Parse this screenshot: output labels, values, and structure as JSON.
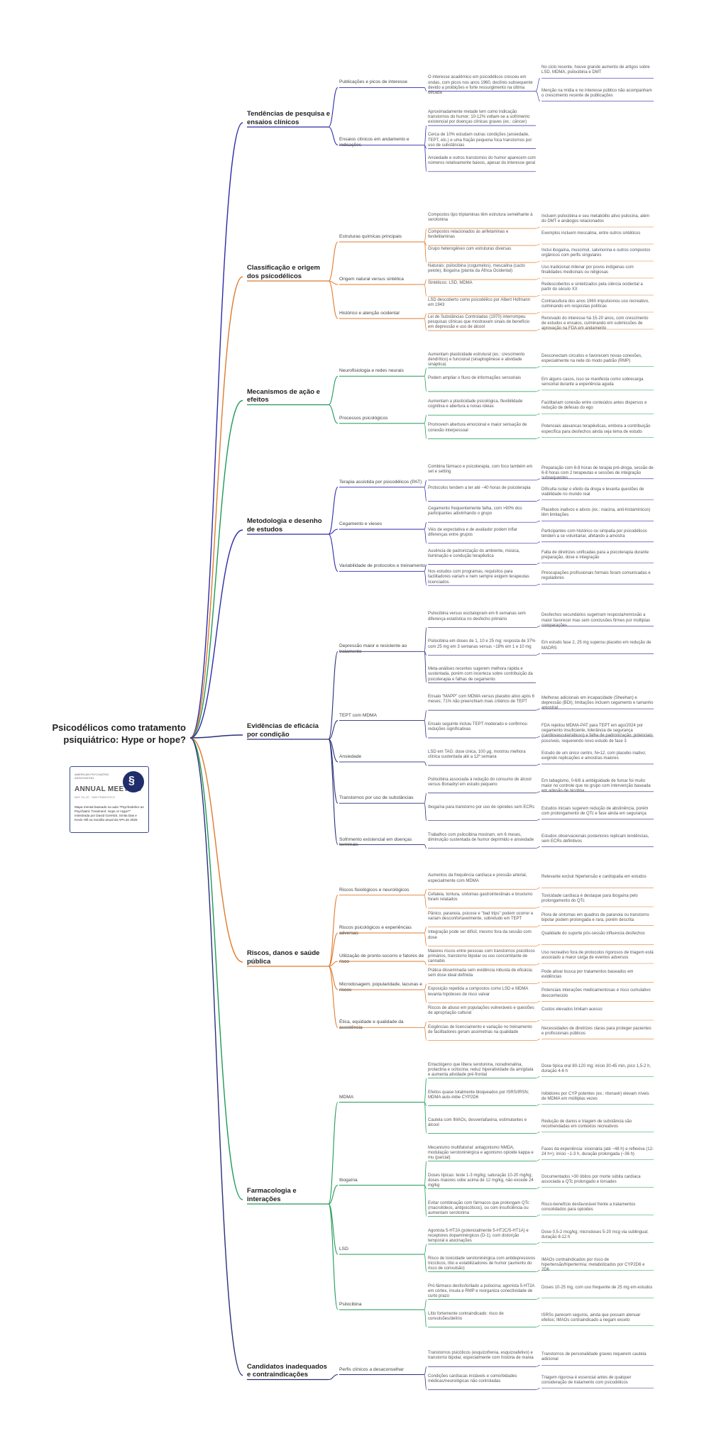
{
  "title": "Psicodélicos como tratamento psiquiátrico: Hype or hope?",
  "logo": {
    "org": "AMERICAN PSYCHIATRIC ASSOCIATION",
    "event": "ANNUAL MEETING",
    "location": "MAY 16–20 · SAN FRANCISCO",
    "icon": "caduceus-icon"
  },
  "caption": "Mapa mental baseado na aula \"Psychedelics as Psychiatric Treatment: Hope or Hype?\" ministrada por David Gorelick, Smita Das e Kevin Hill na reunião anual da APA de 2026",
  "colors": {
    "purple": "#2e2aa8",
    "orange": "#e07b2e",
    "green": "#1f9a55",
    "navy": "#2a2f7a"
  },
  "categories": [
    {
      "label": "Tendências de pesquisa e ensaios clínicos",
      "color": "purple",
      "subs": [
        {
          "label": "Publicações e picos de interesse",
          "items": [
            {
              "text": "O interesse acadêmico em psicodélicos cresceu em ondas, com picos nos anos 1960, declínio subsequente devido a proibições e forte ressurgimento na última década",
              "leaves": [
                "No ciclo recente, houve grande aumento de artigos sobre LSD, MDMA, psilocibina e DMT",
                "Menção na mídia e no interesse público não acompanham o crescimento recente de publicações"
              ]
            }
          ]
        },
        {
          "label": "Ensaios clínicos em andamento e indicações",
          "items": [
            {
              "text": "Aproximadamente metade tem como indicação transtornos do humor; 10-12% voltam-se a sofrimento existencial por doenças clínicas graves (ex.: câncer)",
              "leaves": []
            },
            {
              "text": "Cerca de 10% estudam outras condições (ansiedade, TEPT, etc.) e uma fração pequena foca transtornos por uso de substâncias",
              "leaves": []
            },
            {
              "text": "Ansiedade e outros transtornos do humor aparecem com números relativamente baixos, apesar do interesse geral",
              "leaves": []
            }
          ]
        }
      ]
    },
    {
      "label": "Classificação e origem dos psicodélicos",
      "color": "orange",
      "subs": [
        {
          "label": "Estruturas químicas principais",
          "items": [
            {
              "text": "Compostos tipo triptaminas têm estrutura semelhante à serotonina",
              "leaves": [
                "Incluem psilocibina e seu metabólito ativo psilocina, além do DMT e análogos relacionados"
              ]
            },
            {
              "text": "Compostos relacionados às anfetaminas e feniletilaminas",
              "leaves": [
                "Exemplos incluem mescalina, entre outros sintéticos"
              ]
            },
            {
              "text": "Grupo heterogêneo com estruturas diversas",
              "leaves": [
                "Inclui ibogaína, muscimol, salvinorina e outros compostos orgânicos com perfis singulares"
              ]
            }
          ]
        },
        {
          "label": "Origem natural versus sintética",
          "items": [
            {
              "text": "Naturais: psilocibina (cogumelos), mescalina (cacto peiote), ibogaína (planta da África Ocidental)",
              "leaves": [
                "Uso tradicional milenar por povos indígenas com finalidades medicinais ou religiosas"
              ]
            },
            {
              "text": "Sintéticos: LSD, MDMA",
              "leaves": [
                "Redescobertos e sintetizados pela ciência ocidental a partir do século XX"
              ]
            }
          ]
        },
        {
          "label": "Histórico e atenção ocidental",
          "items": [
            {
              "text": "LSD descoberto como psicodélico por Albert Hofmann em 1943",
              "leaves": [
                "Contracultura dos anos 1960 impulsionou uso recreativo, culminando em respostas políticas"
              ]
            },
            {
              "text": "Lei de Substâncias Controladas (1970) interrompeu pesquisas clínicas que mostravam sinais de benefício em depressão e uso de álcool",
              "leaves": [
                "Renovado do interesse há 15-20 anos, com crescimento de estudos e ensaios, culminando em submissões de aprovação na FDA em andamento"
              ]
            }
          ]
        }
      ]
    },
    {
      "label": "Mecanismos de ação e efeitos",
      "color": "green",
      "subs": [
        {
          "label": "Neurofisiologia e redes neurais",
          "items": [
            {
              "text": "Aumentam plasticidade estrutural (ex.: crescimento dendrítico) e funcional (sinaptogênese e atividade sináptica)",
              "leaves": [
                "Desconectam circuitos e favorecem novas conexões, especialmente na rede do modo padrão (RMP)"
              ]
            },
            {
              "text": "Podem ampliar o fluxo de informações sensoriais",
              "leaves": [
                "Em alguns casos, isso se manifesta como sobrecarga sensorial durante a experiência aguda"
              ]
            }
          ]
        },
        {
          "label": "Processos psicológicos",
          "items": [
            {
              "text": "Aumentam a plasticidade psicológica, flexibilidade cognitiva e abertura a novas ideias",
              "leaves": [
                "Facilitariam conexão entre conteúdos antes dispersos e redução de defesas do ego"
              ]
            },
            {
              "text": "Promovem abertura emocional e maior sensação de conexão interpessoal",
              "leaves": [
                "Potenciais alavancas terapêuticas, embora a contribuição específica para desfechos ainda seja tema de estudo"
              ]
            }
          ]
        }
      ]
    },
    {
      "label": "Metodologia e desenho de estudos",
      "color": "purple",
      "subs": [
        {
          "label": "Terapia assistida por psicodélicos (PAT)",
          "items": [
            {
              "text": "Combina fármaco e psicoterapia, com foco também em set e setting",
              "leaves": [
                "Preparação com 6-8 horas de terapia pré-droga, sessão de 6-8 horas com 2 terapeutas e sessões de integração subsequentes"
              ]
            },
            {
              "text": "Protocolos tendem a ter até ~40 horas de psicoterapia",
              "leaves": [
                "Dificulta isolar o efeito da droga e levanta questões de viabilidade no mundo real"
              ]
            }
          ]
        },
        {
          "label": "Cegamento e vieses",
          "items": [
            {
              "text": "Cegamento frequentemente falha, com >90% dos participantes adivinhando o grupo",
              "leaves": [
                "Placebos inativos e ativos (ex.: niacina, anti-histamínicos) têm limitações"
              ]
            },
            {
              "text": "Viés de expectativa e de avaliador podem inflar diferenças entre grupos",
              "leaves": [
                "Participantes com histórico ou simpatia por psicodélicos tendem a se voluntariar, afetando a amostra"
              ]
            }
          ]
        },
        {
          "label": "Variabilidade de protocolos e treinamento",
          "items": [
            {
              "text": "Ausência de padronização do ambiente, música, iluminação e condução terapêutica",
              "leaves": [
                "Falta de diretrizes unificadas para a psicoterapia durante preparação, dose e integração"
              ]
            },
            {
              "text": "Nos estudos com programas, requisitos para facilitadores variam e nem sempre exigem terapeutas licenciados",
              "leaves": [
                "Preocupações profissionais formais foram comunicadas e reguladores"
              ]
            }
          ]
        }
      ]
    },
    {
      "label": "Evidências de eficácia por condição",
      "color": "navy",
      "subs": [
        {
          "label": "Depressão maior e resistente ao tratamento",
          "items": [
            {
              "text": "Psilocibina versus escitalopram em 6 semanas sem diferença estatística no desfecho primário",
              "leaves": [
                "Desfechos secundários sugeriram resposta/remissão a maior favorecer mas sem conclusões firmes por múltiplas comparações"
              ]
            },
            {
              "text": "Psilocibina em doses de 1, 10 e 25 mg: resposta de 37% com 25 mg em 3 semanas versus ~18% em 1 e 10 mg",
              "leaves": [
                "Em estudo fase 2, 25 mg superou placebo em redução de MADRS"
              ]
            },
            {
              "text": "Meta-análises recentes sugerem melhora rápida e sustentada, porém com incerteza sobre contribuição da psicoterapia e falhas de cegamento",
              "leaves": []
            }
          ]
        },
        {
          "label": "TEPT com MDMA",
          "items": [
            {
              "text": "Ensaio \"MAPP\" com MDMA versus placebo ativo após 6 meses; 71% não preenchiam mais critérios de TEPT",
              "leaves": [
                "Melhoras adicionais em incapacidade (Sheehan) e depressão (BDI); limitações incluem cegamento e tamanho amostral"
              ]
            },
            {
              "text": "Ensaio seguinte incluiu TEPT moderado e confirmou reduções significativas",
              "leaves": [
                "FDA rejeitou MDMA-PAT para TEPT em ago/2024 por cegamento insuficiente, tolerância de segurança (cardiovascular/abuso) e falha de padronização; potenciais possíveis, requerendo novo estudo de fase 3"
              ]
            }
          ]
        },
        {
          "label": "Ansiedade",
          "items": [
            {
              "text": "LSD em TAG: dose única, 100 μg, mostrou melhora clínica sustentada até a 12ª semana",
              "leaves": [
                "Estudo de um único centro, N=12, com placebo inativo; exigindo replicações e amostras maiores"
              ]
            }
          ]
        },
        {
          "label": "Transtornos por uso de substâncias",
          "items": [
            {
              "text": "Psilocibina associada à redução do consumo de álcool versus Bonadryl em estudo pequeno",
              "leaves": [
                "Em tabagismo, 0-6/8 à ambiguidade de fumar foi muito maior no controle que no grupo com intervenção baseada em adesão de nicotina"
              ]
            },
            {
              "text": "Ibogaína para transtorno por uso de opioides sem ECRs",
              "leaves": [
                "Estudos iniciais sugerem redução de abstinência, porém com prolongamento de QTc e fase ainda em segurança"
              ]
            }
          ]
        },
        {
          "label": "Sofrimento existencial em doenças terminais",
          "items": [
            {
              "text": "Trabalhos com psilocibina mostram, em 6 meses, diminuição sustentada de humor deprimido e ansiedade",
              "leaves": [
                "Estudos observacionais posteriores replicam tendências, sem ECRs definitivos"
              ]
            }
          ]
        }
      ]
    },
    {
      "label": "Riscos, danos e saúde pública",
      "color": "orange",
      "subs": [
        {
          "label": "Riscos fisiológicos e neurológicos",
          "items": [
            {
              "text": "Aumentos da frequência cardíaca e pressão arterial, especialmente com MDMA",
              "leaves": [
                "Relevante excluir hipertensão e cardiopatia em estudos"
              ]
            },
            {
              "text": "Cefaleia, tontura, sintomas gastrointestinais e bruxismo foram relatados",
              "leaves": [
                "Toxicidade cardíaca é destaque para ibogaína pelo prolongamento do QTc"
              ]
            }
          ]
        },
        {
          "label": "Riscos psicológicos e experiências adversas",
          "items": [
            {
              "text": "Pânico, paranoia, psicose e \"bad trips\" podem ocorrer e variam desconfortavelmente, sobretudo em TEPT",
              "leaves": [
                "Piora de sintomas em quadros de paranoia ou transtorno bipolar podem prolongada e rara, porém descrita"
              ]
            },
            {
              "text": "Integração pode ser difícil, mesmo fora da sessão com dose",
              "leaves": [
                "Qualidade do suporte pós-sessão influencia desfechos"
              ]
            }
          ]
        },
        {
          "label": "Utilização de pronto-socorro e fatores de risco",
          "items": [
            {
              "text": "Maiores riscos entre pessoas com transtornos psicóticos primários, transtorno bipolar ou uso concomitante de cannabis",
              "leaves": [
                "Uso recreativo fora de protocolos rigorosos de triagem está associado a maior carga de eventos adversos"
              ]
            }
          ]
        },
        {
          "label": "Microdosagem, popularidade, lacunas e riscos",
          "items": [
            {
              "text": "Prática disseminada sem evidência robusta de eficácia; sem dose ideal definida",
              "leaves": [
                "Pode ativar busca por tratamentos baseados em evidências"
              ]
            },
            {
              "text": "Exposição repetida a compostos como LSD e MDMA levanta hipóteses de risco valvar",
              "leaves": [
                "Potenciais interações medicamentosas e risco cumulativo desconhecido"
              ]
            }
          ]
        },
        {
          "label": "Ética, equidade e qualidade da assistência",
          "items": [
            {
              "text": "Riscos de abuso em populações vulneráveis e questões de apropriação cultural",
              "leaves": [
                "Custos elevados limitam acesso"
              ]
            },
            {
              "text": "Exigências de licenciamento e variação no treinamento de facilitadores geram assimetrias na qualidade",
              "leaves": [
                "Necessidades de diretrizes claras para proteger pacientes e profissionais públicos"
              ]
            }
          ]
        }
      ]
    },
    {
      "label": "Farmacologia e interações",
      "color": "green",
      "subs": [
        {
          "label": "MDMA",
          "items": [
            {
              "text": "Entactógeno que libera serotonina, noradrenalina, prolactina e ocitocina; reduz hiperatividade da amígdala e aumenta atividade pré-frontal",
              "leaves": [
                "Dose típica oral 80-120 mg; início 30-45 min, pico 1,5-2 h, duração 4-6 h"
              ]
            },
            {
              "text": "Efeitos quase totalmente bloqueados por ISRS/IRSN; MDMA auto-inibe CYP2D6",
              "leaves": [
                "Inibidores por CYP potentes (ex.: ritonavir) elevam níveis de MDMA em múltiplas vezes"
              ]
            },
            {
              "text": "Cautela com IMAOs, desvenlafaxina, estimulantes e álcool",
              "leaves": [
                "Redução de danos e triagem de substância são recomendadas em contextos recreativos"
              ]
            }
          ]
        },
        {
          "label": "Ibogaína",
          "items": [
            {
              "text": "Mecanismo multifatorial: antagonismo NMDA, modulação serotoninérgica e agonismo opioide kappa e mu (parcial)",
              "leaves": [
                "Fases da experiência: visionária (até ~48 h) e reflexiva (12-24 h+); início ~1-3 h, duração prolongada (~36 h)"
              ]
            },
            {
              "text": "Doses típicas: teste 1-3 mg/kg; saturação 10-20 mg/kg; doses maiores sobe acima de 12 mg/kg, não excede 24 mg/kg",
              "leaves": [
                "Documentados >30 óbitos por morte súbita cardíaca associada a QTc prolongado e torsades"
              ]
            },
            {
              "text": "Evitar combinação com fármacos que prolongam QTc (macrolídeos, antipsicóticos), ou com insuficiência ou aumentam serotonina",
              "leaves": [
                "Risco-benefício desfavorável frente a tratamentos consolidados para opioides"
              ]
            }
          ]
        },
        {
          "label": "LSD",
          "items": [
            {
              "text": "Agonista 5-HT2A (potencialmente 5-HT2C/5-HT1A) e receptores dopaminérgicos (D-1), com distorção temporal e alucinações",
              "leaves": [
                "Dose 0,5-2 mcg/kg; microdoses 5-20 mcg via sublingual; duração 8-12 h"
              ]
            },
            {
              "text": "Risco de toxicidade serotoninérgica com antidepressivos tricíclicos, lítio e estabilizadores de humor (aumento do risco de convulsão)",
              "leaves": [
                "IMAOs contraindicados por risco de hipertensão/hipertermia; metabolizados por CYP2D6 e 2D6"
              ]
            }
          ]
        },
        {
          "label": "Psilocibina",
          "items": [
            {
              "text": "Pró-fármaco desfosforilado a psilocina; agonista 5-HT2A em córtex, ínsula e RMP e reorganiza conectividade de curto prazo",
              "leaves": [
                "Doses 10-25 mg, com uso frequente de 25 mg em estudos"
              ]
            },
            {
              "text": "Lítio fortemente contraindicado: risco de convulsões/delírio",
              "leaves": [
                "ISRSs parecem seguros, ainda que possam atenuar efeitos; IMAOs contraindicado a negam exceto"
              ]
            }
          ]
        }
      ]
    },
    {
      "label": "Candidatos inadequados e contraindicações",
      "color": "navy",
      "subs": [
        {
          "label": "Perfis clínicos a desaconselhar",
          "items": [
            {
              "text": "Transtornos psicóticos (esquizofrenia, esquizoafetivo) e transtorno bipolar, especialmente com história de mania",
              "leaves": [
                "Transtornos de personalidade graves requerem cautela adicional"
              ]
            },
            {
              "text": "Condições cardíacas instáveis e comorbidades médicas/neurológicas não controladas",
              "leaves": [
                "Triagem rigorosa é essencial antes de qualquer consideração de tratamento com psicodélicos"
              ]
            }
          ]
        }
      ]
    }
  ]
}
